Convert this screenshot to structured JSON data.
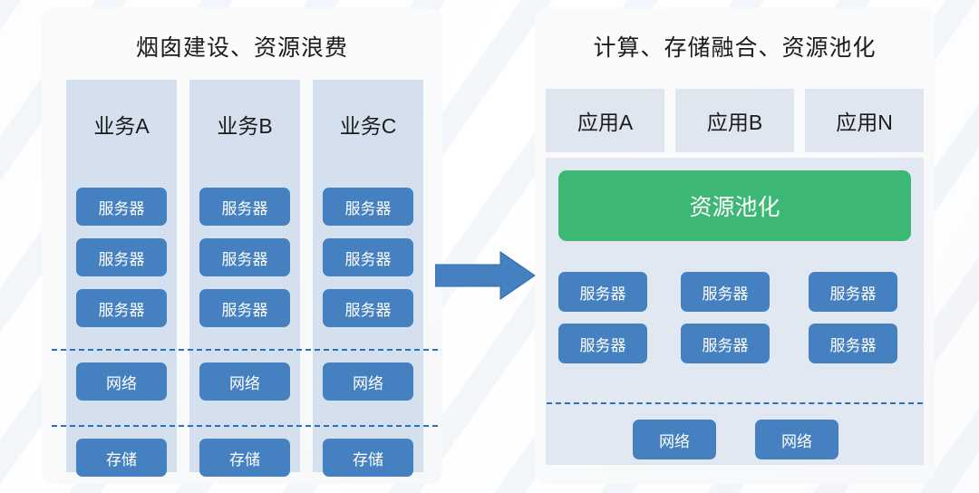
{
  "colors": {
    "chip_blue": "#4581c0",
    "pool_green": "#3cb874",
    "silo_column": "#d5e0ee",
    "app_box": "#dfe6f0",
    "pool_panel": "#e2e8f1",
    "dashed_line": "#2e6fba",
    "panel_bg": "#fafafa",
    "text_dark": "#1b1b1b",
    "text_light": "#ffffff"
  },
  "left_panel": {
    "title": "烟囱建设、资源浪费",
    "columns": [
      {
        "header": "业务A",
        "servers": [
          "服务器",
          "服务器",
          "服务器"
        ],
        "network": "网络",
        "storage": "存储"
      },
      {
        "header": "业务B",
        "servers": [
          "服务器",
          "服务器",
          "服务器"
        ],
        "network": "网络",
        "storage": "存储"
      },
      {
        "header": "业务C",
        "servers": [
          "服务器",
          "服务器",
          "服务器"
        ],
        "network": "网络",
        "storage": "存储"
      }
    ]
  },
  "arrow": {
    "icon": "arrow-right-icon",
    "direction": "right",
    "color": "#4581c0"
  },
  "right_panel": {
    "title": "计算、存储融合、资源池化",
    "apps": [
      "应用A",
      "应用B",
      "应用N"
    ],
    "pool_banner": "资源池化",
    "servers": [
      [
        "服务器",
        "服务器",
        "服务器"
      ],
      [
        "服务器",
        "服务器",
        "服务器"
      ]
    ],
    "networks": [
      "网络",
      "网络"
    ]
  }
}
